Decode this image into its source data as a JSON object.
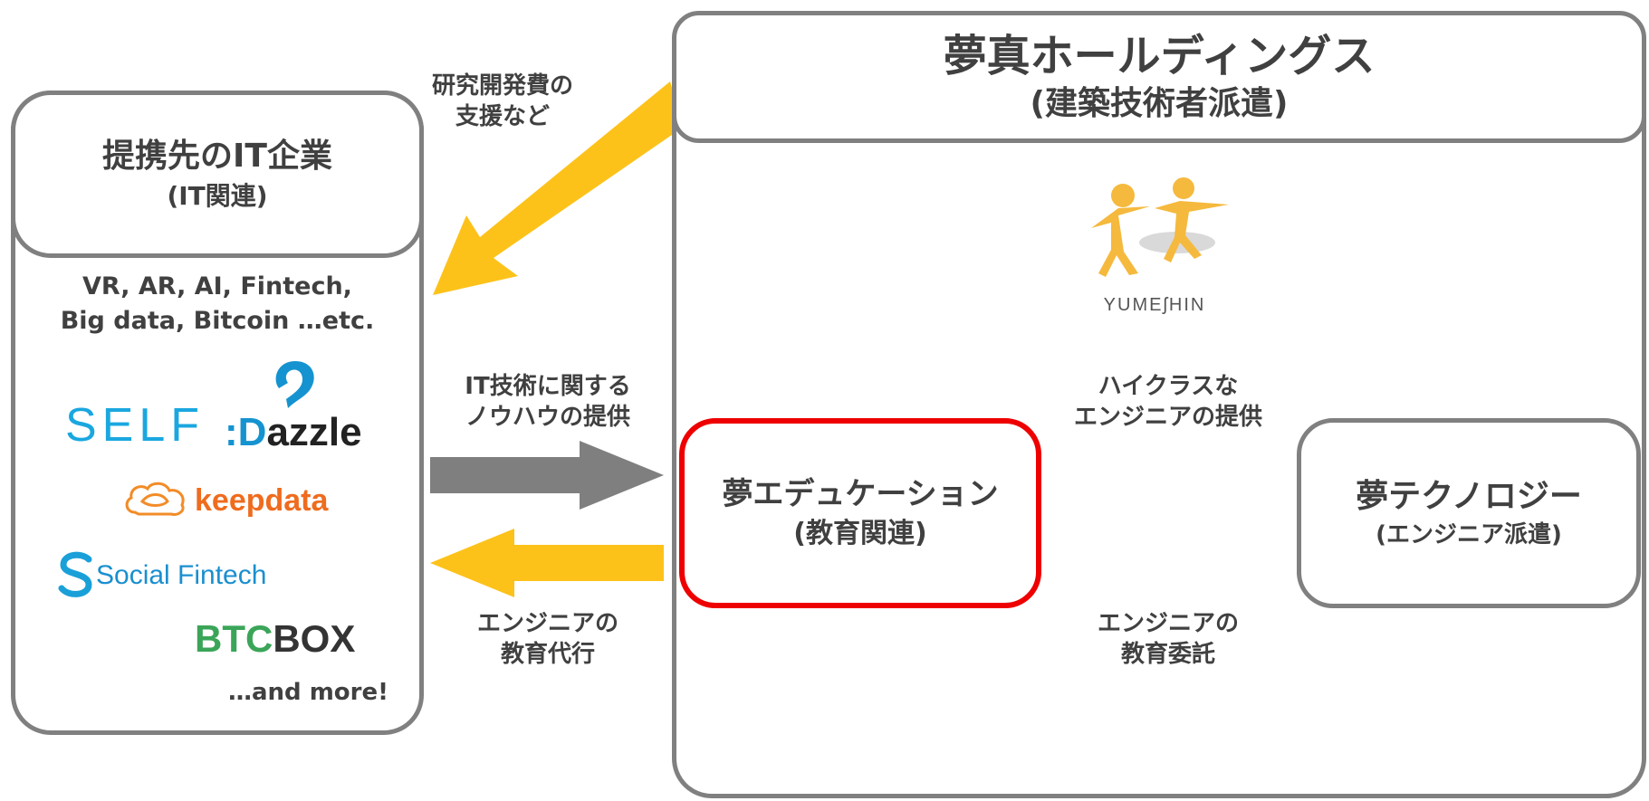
{
  "holdings": {
    "title": "夢真ホールディングス",
    "subtitle": "(建築技術者派遣)"
  },
  "partner": {
    "title": "提携先のIT企業",
    "subtitle": "(IT関連)",
    "tags_line1": "VR, AR, AI, Fintech,",
    "tags_line2": "Big data, Bitcoin …etc.",
    "logos": {
      "self": "SELF",
      "dazzle_prefix": ":",
      "dazzle_d": "D",
      "dazzle_rest": "azzle",
      "keepdata": "keepdata",
      "social_fintech": "Social Fintech",
      "btc": "BTC",
      "box": "BOX"
    },
    "and_more": "…and more!"
  },
  "yumeshin_logo": {
    "wordmark": "YUMEʃHIN"
  },
  "education": {
    "title": "夢エデュケーション",
    "subtitle": "(教育関連)"
  },
  "technology": {
    "title": "夢テクノロジー",
    "subtitle": "(エンジニア派遣)"
  },
  "labels": {
    "rd_support_1": "研究開発費の",
    "rd_support_2": "支援など",
    "it_knowhow_1": "IT技術に関する",
    "it_knowhow_2": "ノウハウの提供",
    "edu_proxy_1": "エンジニアの",
    "edu_proxy_2": "教育代行",
    "high_class_1": "ハイクラスな",
    "high_class_2": "エンジニアの提供",
    "edu_commission_1": "エンジニアの",
    "edu_commission_2": "教育委託"
  },
  "colors": {
    "border": "#808080",
    "highlight": "#ee0000",
    "yellow": "#fdc21a",
    "gray_arrow": "#7f7f7f",
    "text": "#404040"
  }
}
